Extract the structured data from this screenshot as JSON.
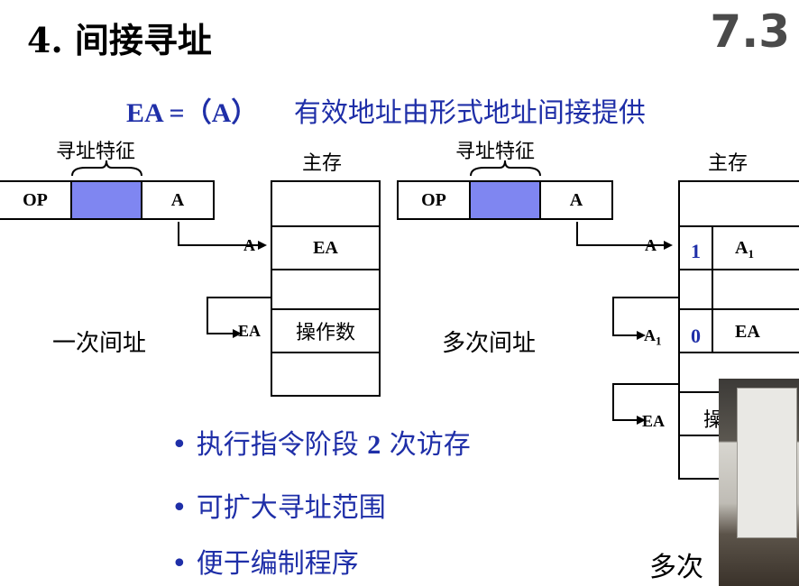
{
  "title": "4. 间接寻址",
  "section_number": "7.3",
  "formula": {
    "equation": "EA =（A）",
    "description": "有效地址由形式地址间接提供"
  },
  "left_diagram": {
    "feature_label": "寻址特征",
    "instr_op": "OP",
    "instr_a": "A",
    "memory_label": "主存",
    "addr_a": "A",
    "cell_ea": "EA",
    "addr_ea": "EA",
    "cell_operand": "操作数",
    "caption": "一次间址"
  },
  "right_diagram": {
    "feature_label": "寻址特征",
    "instr_op": "OP",
    "instr_a": "A",
    "memory_label": "主存",
    "addr_a": "A",
    "bit1": "1",
    "cell_a1": "A",
    "cell_a1_sub": "1",
    "addr_a1": "A",
    "addr_a1_sub": "1",
    "bit0": "0",
    "cell_ea": "EA",
    "addr_ea": "EA",
    "cell_operand_partial": "操",
    "caption": "多次间址"
  },
  "bullets": [
    {
      "dot": "•",
      "text_before": "执行指令阶段",
      "num": "2",
      "text_after": "次访存"
    },
    {
      "dot": "•",
      "text": "可扩大寻址范围"
    },
    {
      "dot": "•",
      "text": "便于编制程序"
    }
  ],
  "bottom_right_partial": "多次"
}
